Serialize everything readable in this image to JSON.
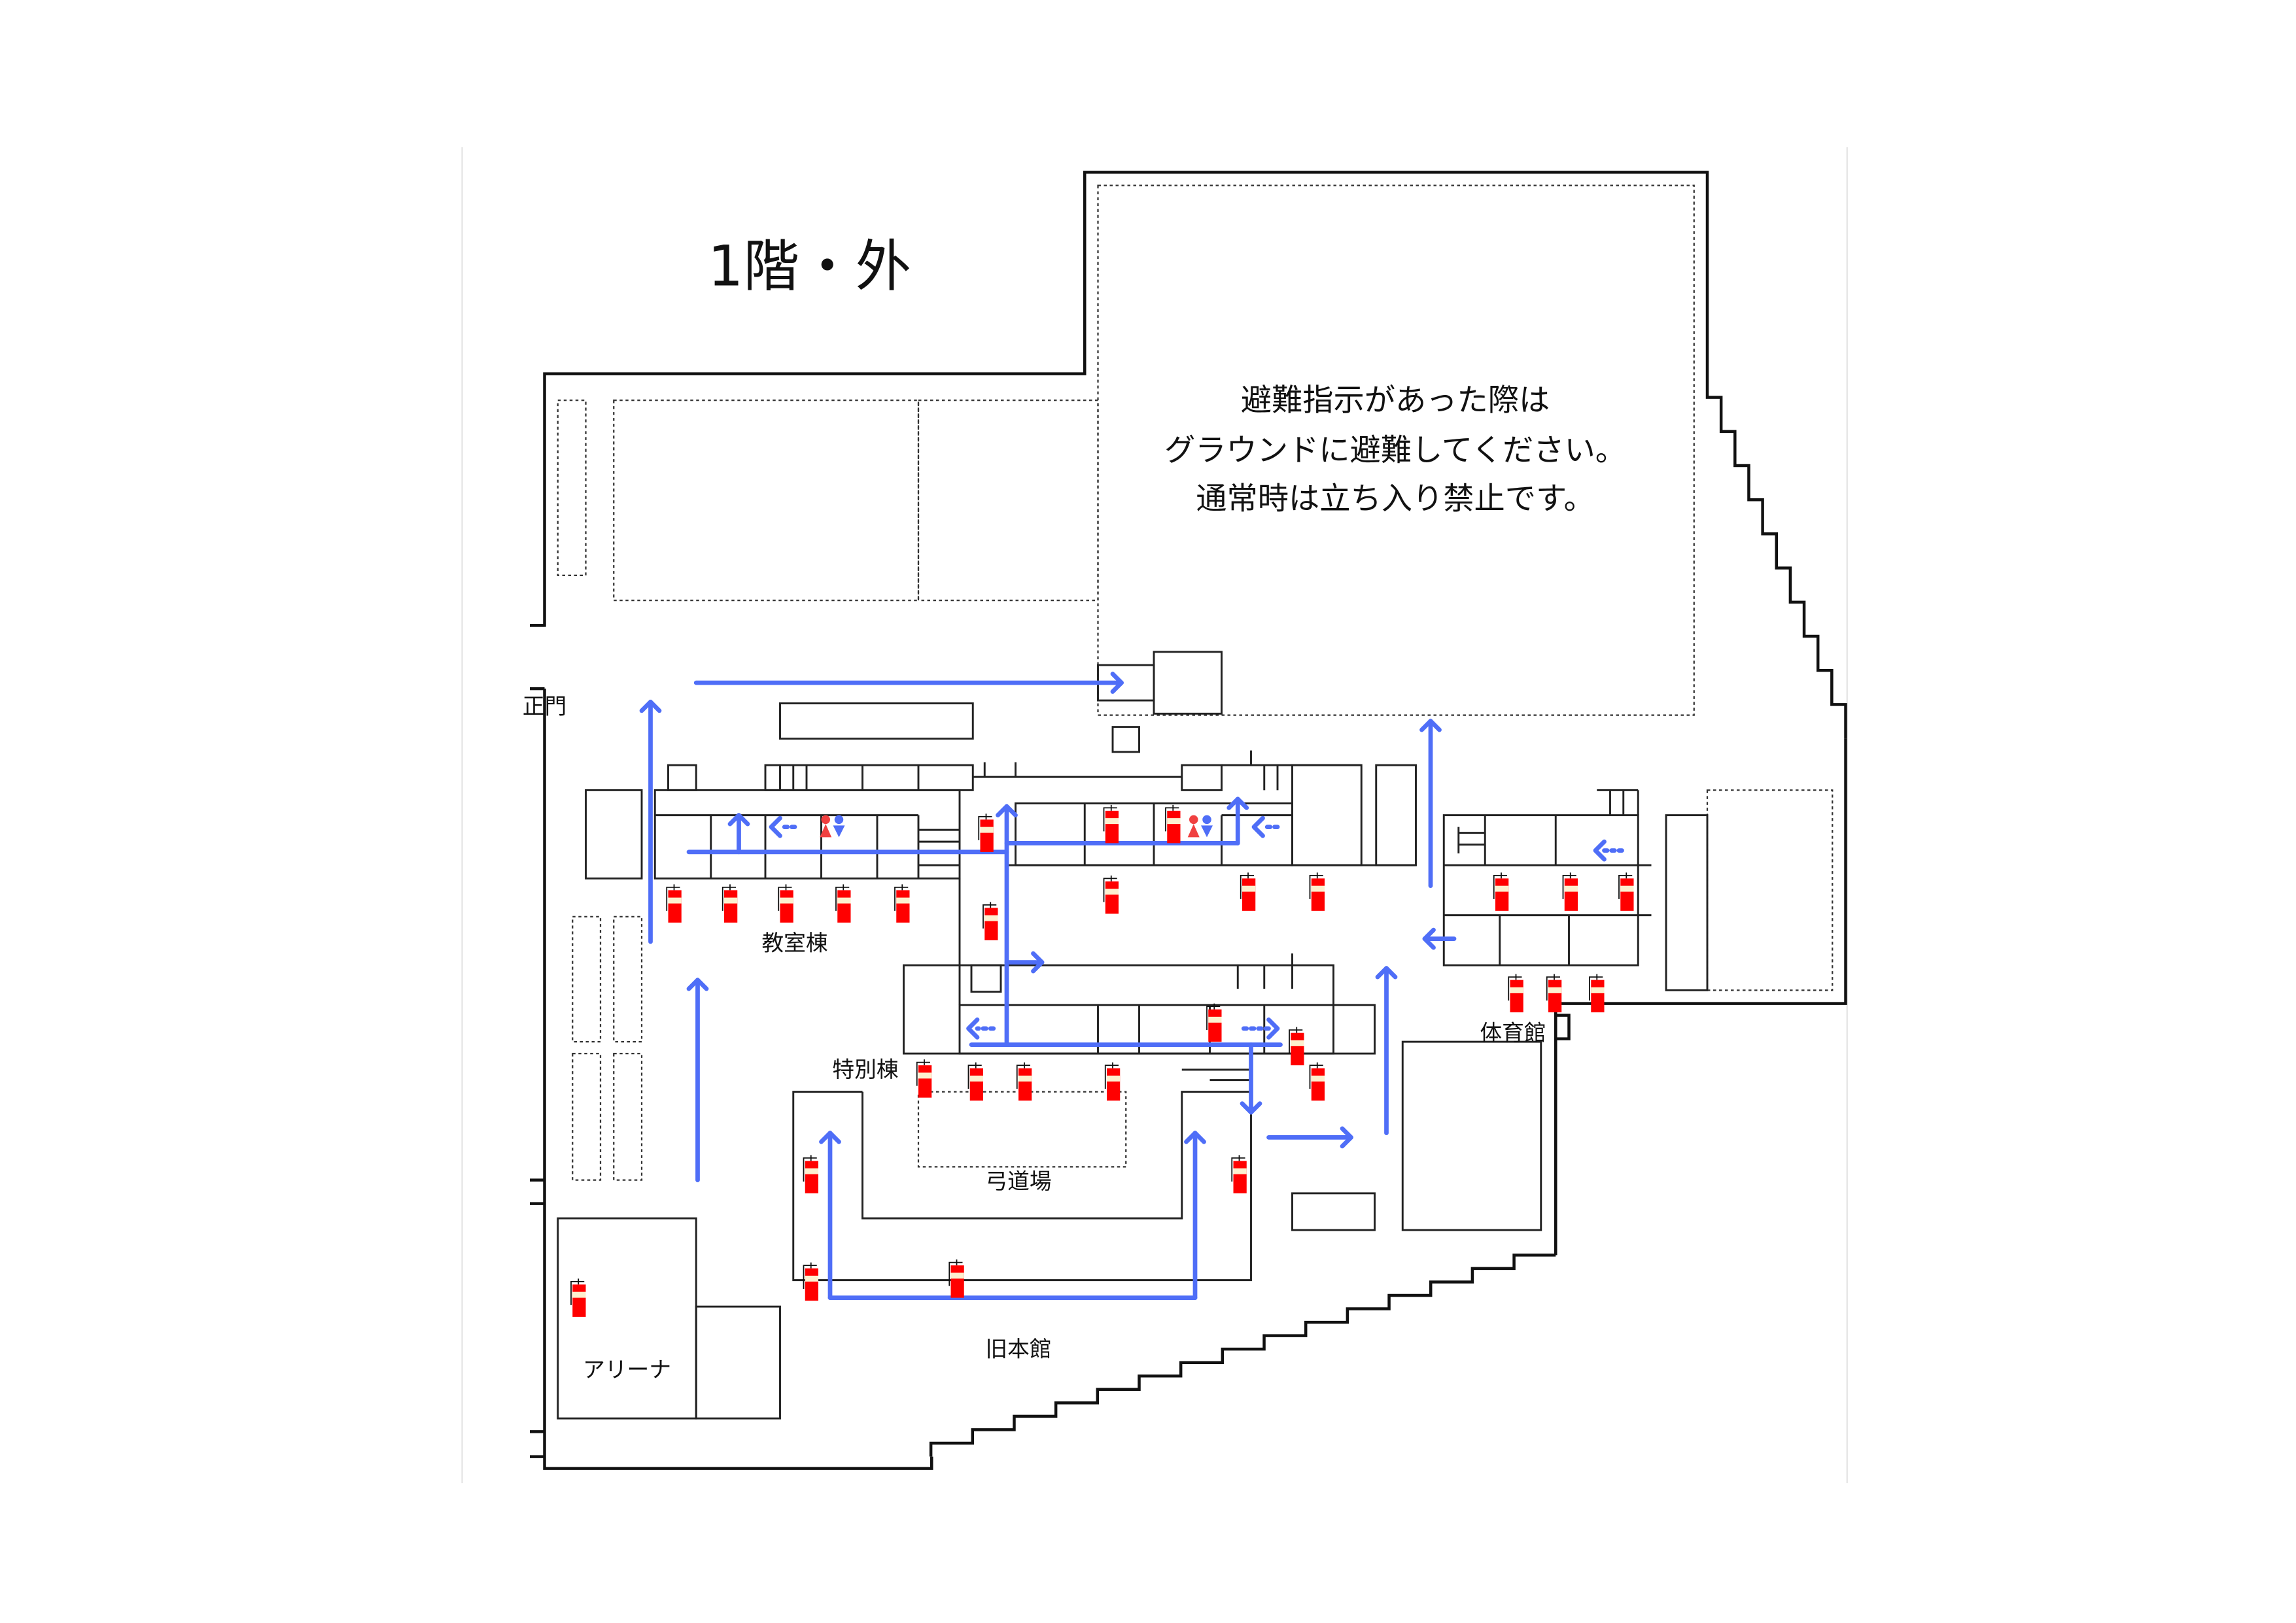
{
  "title": "1階・外",
  "notice": {
    "lines": [
      "避難指示があった際は",
      "グラウンドに避難してください。",
      "通常時は立ち入り禁止です。"
    ]
  },
  "labels": {
    "main_gate": "正門",
    "classroom_building": "教室棟",
    "special_building": "特別棟",
    "archery_range": "弓道場",
    "old_main_building": "旧本館",
    "arena": "アリーナ",
    "gymnasium": "体育館"
  },
  "colors": {
    "route": "#4f6ef7",
    "extinguisher": "#ff0000",
    "outline": "#111111"
  },
  "icons": [
    "fire-extinguisher-icon",
    "restroom-icon",
    "evacuation-arrow-icon"
  ]
}
